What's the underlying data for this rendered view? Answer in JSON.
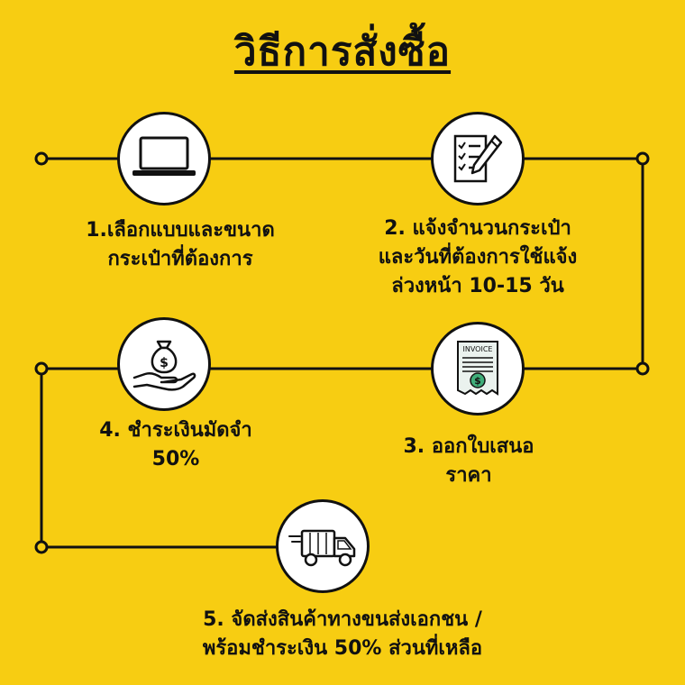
{
  "title": "วิธีการสั่งซื้อ",
  "steps": [
    {
      "icon": "laptop-icon",
      "lines": [
        "1.เลือกแบบและขนาด",
        "กระเป๋าที่ต้องการ"
      ]
    },
    {
      "icon": "checklist-pen-icon",
      "lines": [
        "2. แจ้งจำนวนกระเป๋า",
        "และวันที่ต้องการใช้แจ้ง",
        "ล่วงหน้า 10-15 วัน"
      ]
    },
    {
      "icon": "invoice-icon",
      "lines": [
        "3. ออกใบเสนอ",
        "ราคา"
      ]
    },
    {
      "icon": "money-bag-hand-icon",
      "lines": [
        "4. ชำระเงินมัดจำ",
        "50%"
      ]
    },
    {
      "icon": "delivery-truck-icon",
      "lines": [
        "5. จัดส่งสินค้าทางขนส่งเอกชน /",
        "พร้อมชำระเงิน 50% ส่วนที่เหลือ"
      ]
    }
  ],
  "colors": {
    "background": "#f7cd12",
    "line": "#111111",
    "circle": "#ffffff"
  }
}
